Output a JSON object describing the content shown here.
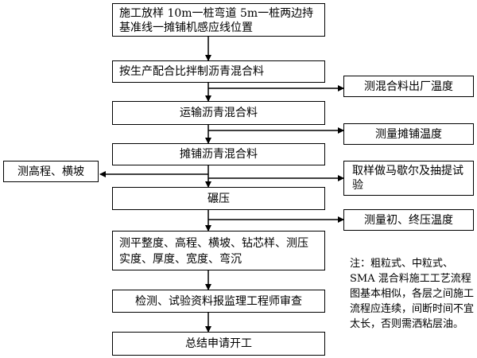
{
  "steps": [
    {
      "id": "layout",
      "text": "施工放样 10m一桩弯道 5m一桩两边持基准线一摊铺机感应线位置"
    },
    {
      "id": "mix",
      "text": "按生产配合比拌制沥青混合料"
    },
    {
      "id": "transport",
      "text": "运输沥青混合料"
    },
    {
      "id": "paving",
      "text": "摊铺沥青混合料"
    },
    {
      "id": "rolling",
      "text": "碾压"
    },
    {
      "id": "testing",
      "text": "测平整度、高程、横坡、钻芯样、测压实度、厚度、宽度、弯沉"
    },
    {
      "id": "review",
      "text": "检测、试验资料报监理工程师审查"
    },
    {
      "id": "summary",
      "text": "总结申请开工"
    }
  ],
  "side_boxes": {
    "factory_temp": "测混合料出厂温度",
    "paving_temp": "测量摊铺温度",
    "marshall": "取样做马歇尔及抽提试验",
    "rolling_temp": "测量初、终压温度",
    "elevation": "测高程、横坡"
  },
  "note": "注：粗粒式、中粒式、SMA 混合料施工工艺流程图基本相似，各层之间施工流程应连续，间断时间不宜太长，否则需洒粘层油。"
}
